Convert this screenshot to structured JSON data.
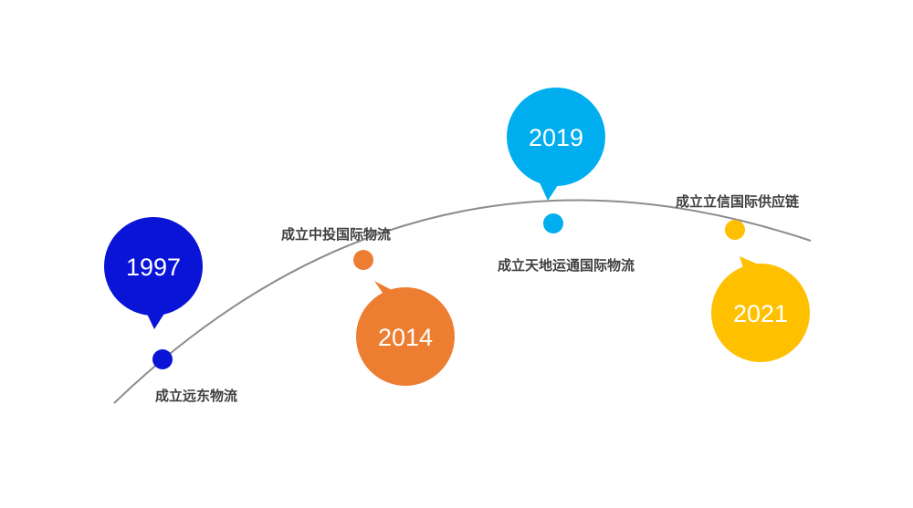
{
  "timeline": {
    "milestones": [
      {
        "year": "1997",
        "label": "成立远东物流",
        "color": "#0a14d6"
      },
      {
        "year": "2014",
        "label": "成立中投国际物流",
        "color": "#ed7d31"
      },
      {
        "year": "2019",
        "label": "成立天地运通国际物流",
        "color": "#00aeef"
      },
      {
        "year": "2021",
        "label": "成立立信国际供应链",
        "color": "#ffc000"
      }
    ],
    "line_color": "#8c8c8c"
  }
}
